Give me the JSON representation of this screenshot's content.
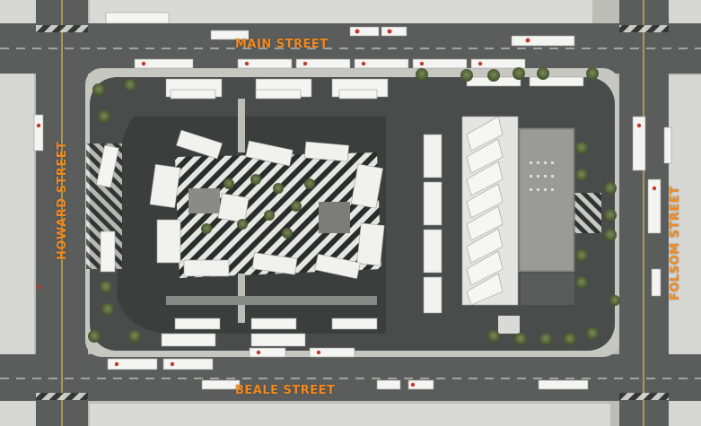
{
  "streets": {
    "main": "MAIN STREET",
    "howard": "HOWARD STREET",
    "folsom": "FOLSOM STREET",
    "beale": "BEALE STREET"
  },
  "colors": {
    "street_label": "#f0891f",
    "asphalt": "#5a5c5c",
    "plaza": "#3f4140",
    "sidewalk": "#c9c9c5",
    "building": "#d9d9d5",
    "bus": "#f4f4f2",
    "bus_accent": "#c0392b",
    "tree": "#556b3a"
  }
}
